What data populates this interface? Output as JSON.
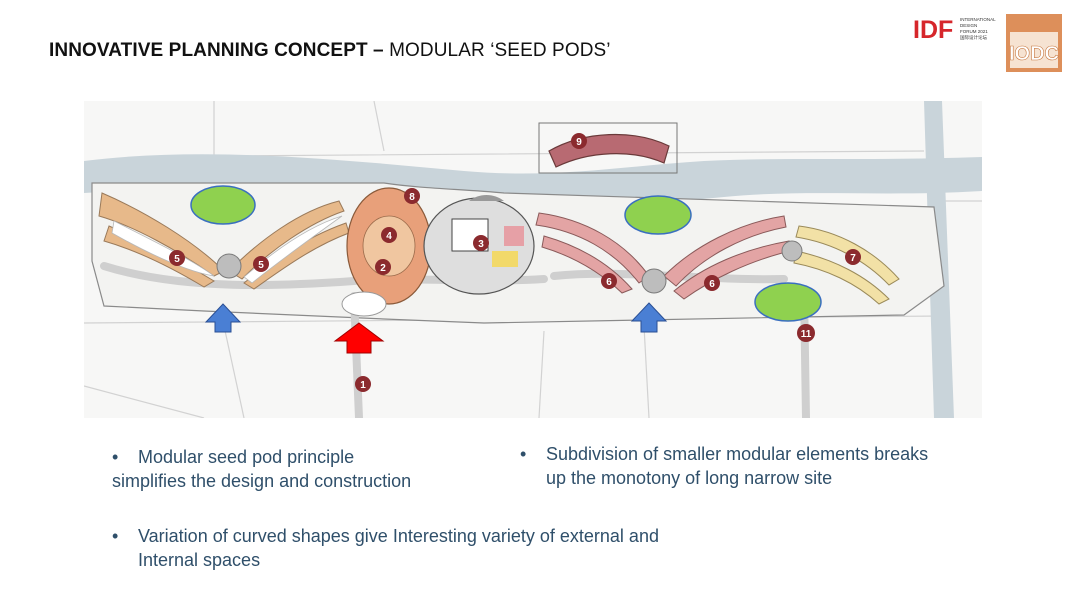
{
  "header": {
    "title_bold": "INNOVATIVE PLANNING CONCEPT –",
    "title_regular": " MODULAR ‘SEED PODS’"
  },
  "logos": {
    "idf_mark": "IDF",
    "idf_text_lines": [
      "INTERNATIONAL",
      "DESIGN",
      "FORUM 2021"
    ],
    "idf_chinese": "国际设计论坛",
    "box_mark": "IODC"
  },
  "plan": {
    "markers": [
      "1",
      "2",
      "3",
      "4",
      "5",
      "5",
      "6",
      "6",
      "7",
      "8",
      "9",
      "11"
    ],
    "colors": {
      "water": "#c8d3d9",
      "green_dot": "#8fd14f",
      "blue_arrow": "#4a7fd4",
      "red_arrow": "#ff0000",
      "marker": "#8b2a2e",
      "pod_tan": "#e7b98a",
      "pod_pink": "#e3a4a4",
      "pod_yellow": "#f2e1a6"
    }
  },
  "bullets": [
    {
      "marker": "•",
      "line1": "Modular seed pod principle",
      "line2": "simplifies the design and construction"
    },
    {
      "marker": "•",
      "line1": "Subdivision of smaller modular elements breaks",
      "line2": "up the monotony of long narrow site"
    },
    {
      "marker": "•",
      "line1": "Variation of curved shapes give Interesting variety of external and",
      "line2": "Internal spaces"
    }
  ]
}
